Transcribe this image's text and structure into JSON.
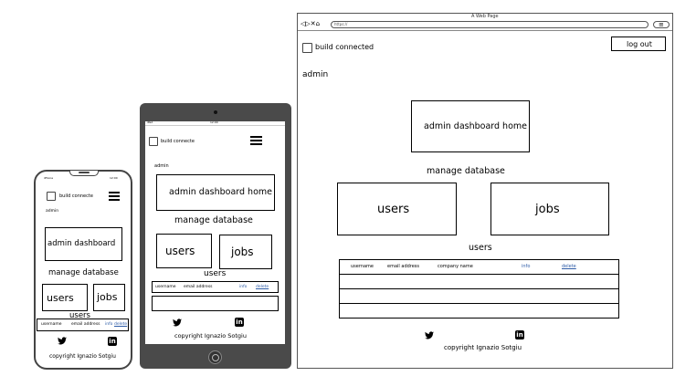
{
  "window_title": "A Web Page",
  "url": "https://",
  "browser": {
    "nav_icons": "◁▷✕⌂",
    "menu_glyph": "≡"
  },
  "common": {
    "build_label_full": "build connected",
    "build_label_short": "build connecte",
    "admin_label": "admin",
    "dashboard_full": "admin dashboard home",
    "dashboard_short": "admin dashboard",
    "manage_db": "manage database",
    "users_btn": "users",
    "jobs_btn": "jobs",
    "users_heading": "users",
    "logout": "log out",
    "copyright": "copyright Ignazio Sotgiu",
    "linkedin_icon": "in"
  },
  "table": {
    "headers": [
      "username",
      "email address",
      "company name",
      "info",
      "delete"
    ]
  },
  "tablet_status": {
    "carrier": "iPad",
    "time": "12:00"
  },
  "phone_status": {
    "carrier": "iPhone",
    "time": "12:00"
  }
}
